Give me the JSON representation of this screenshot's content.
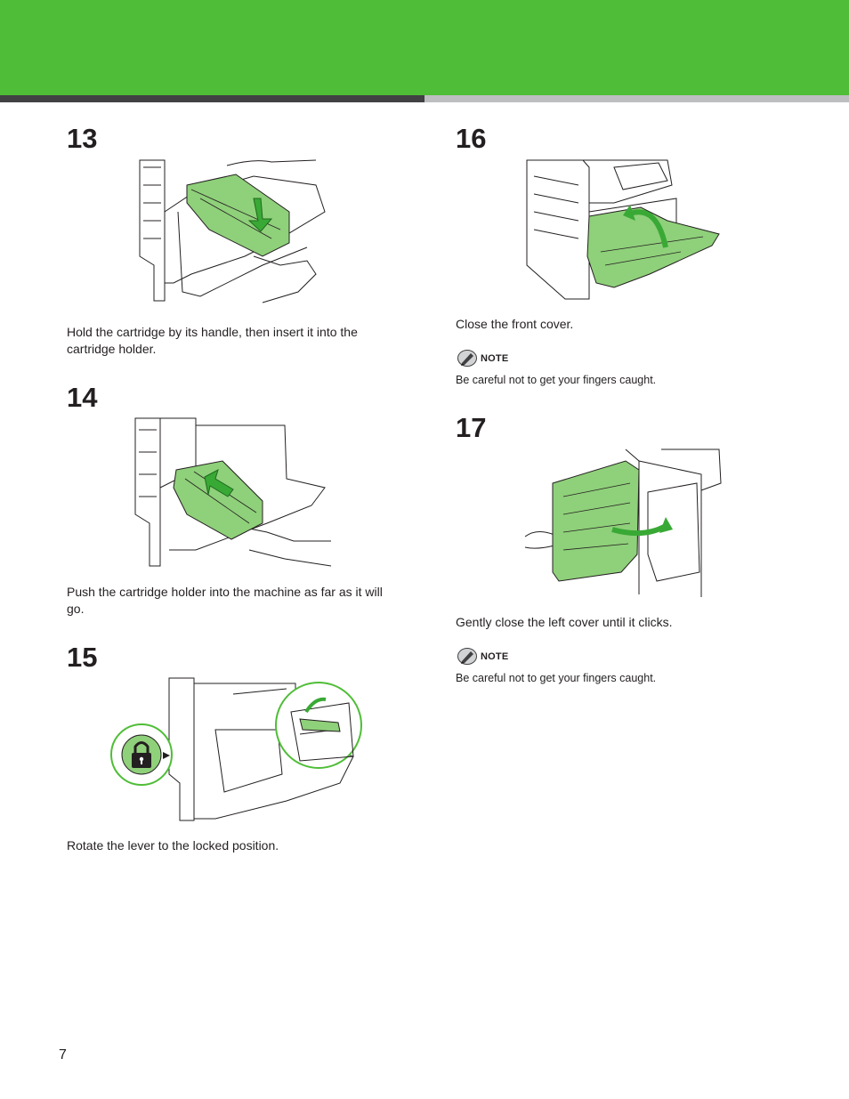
{
  "steps": [
    {
      "number": "13",
      "caption": "Hold the cartridge by its handle, then insert it into the cartridge holder."
    },
    {
      "number": "14",
      "caption": "Push the cartridge holder into the machine as far as it will go."
    },
    {
      "number": "15",
      "caption": "Rotate the lever to the locked position."
    },
    {
      "number": "16",
      "caption": "Close the front cover.",
      "note_label": "NOTE",
      "note_text": "Be careful not to get your fingers caught."
    },
    {
      "number": "17",
      "caption": "Gently close the left cover until it clicks.",
      "note_label": "NOTE",
      "note_text": "Be careful not to get your fingers caught."
    }
  ],
  "page_number": "7",
  "colors": {
    "header_green": "#4fbd37",
    "rule_dark": "#414042",
    "rule_light": "#bcbec0",
    "highlight_green": "#8fd07a"
  },
  "icons": [
    "note-icon",
    "lock-icon",
    "arrow-icon"
  ]
}
